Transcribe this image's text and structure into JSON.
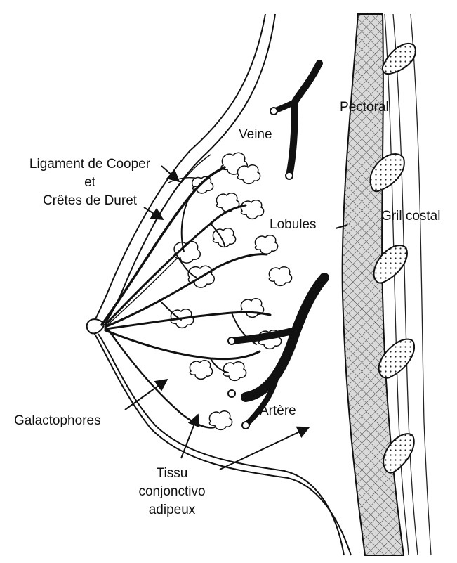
{
  "labels": {
    "pectoral": "Pectoral",
    "veine": "Veine",
    "ligament_line1": "Ligament de Cooper",
    "ligament_line2": "et",
    "ligament_line3": "Crêtes de Duret",
    "lobules": "Lobules",
    "gril_costal": "Gril costal",
    "galactophores": "Galactophores",
    "artere": "Artère",
    "tissu_line1": "Tissu",
    "tissu_line2": "conjonctivo",
    "tissu_line3": "adipeux"
  },
  "colors": {
    "ink": "#111111",
    "muscle_fill": "#d9d9d9",
    "background": "#ffffff"
  }
}
